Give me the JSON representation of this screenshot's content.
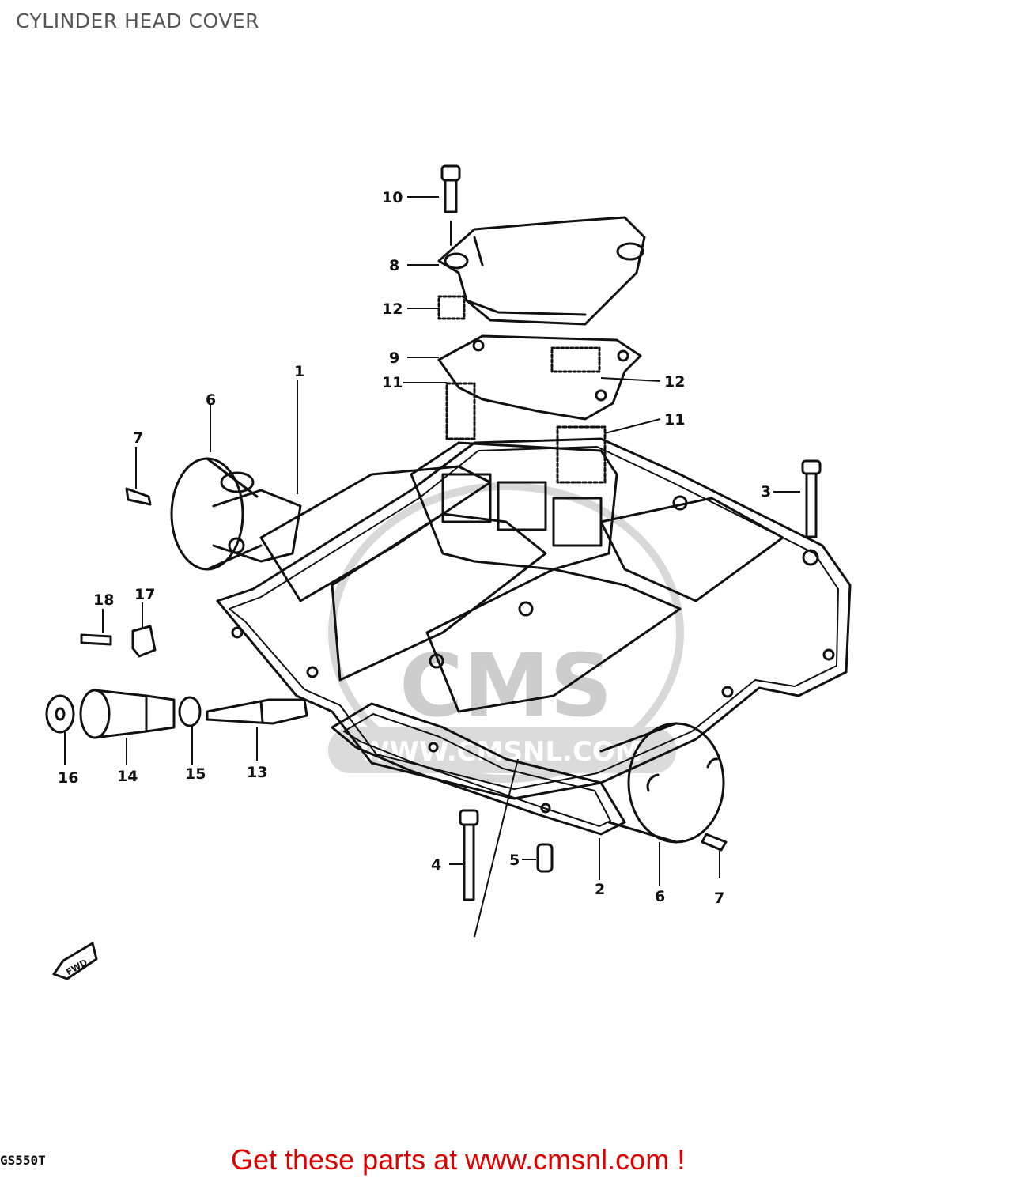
{
  "title": "CYLINDER HEAD COVER",
  "model_code": "GS550T",
  "footer_link": "Get these parts at www.cmsnl.com !",
  "watermark": {
    "logo": "CMS",
    "url": "WWW.CMSNL.COM"
  },
  "callouts": {
    "p1": "1",
    "p2": "2",
    "p3": "3",
    "p4": "4",
    "p5": "5",
    "p6a": "6",
    "p6b": "6",
    "p7a": "7",
    "p7b": "7",
    "p8": "8",
    "p9": "9",
    "p10": "10",
    "p11a": "11",
    "p11b": "11",
    "p12a": "12",
    "p12b": "12",
    "p13": "13",
    "p14": "14",
    "p15": "15",
    "p16": "16",
    "p17": "17",
    "p18": "18"
  },
  "fwd_label": "FWD",
  "colors": {
    "ink": "#111111",
    "title": "#555555",
    "footer": "#e00000",
    "watermark": "#c8c8c8"
  }
}
